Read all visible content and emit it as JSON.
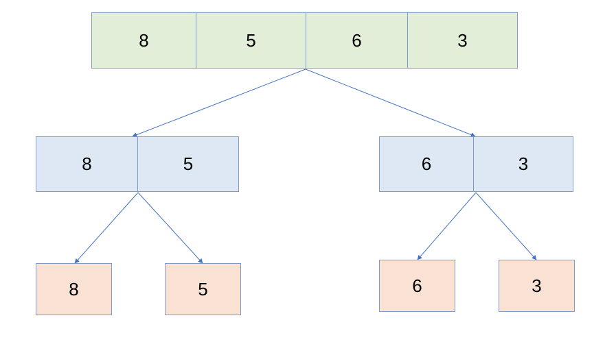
{
  "colors": {
    "level0_fill": "#e3eed9",
    "level1_fill": "#dde8f4",
    "level2_fill": "#f9e2d4",
    "stroke": "#7f9cc8",
    "arrow": "#4472c4"
  },
  "root": {
    "cells": [
      "8",
      "5",
      "6",
      "3"
    ]
  },
  "level1": {
    "left": {
      "cells": [
        "8",
        "5"
      ]
    },
    "right": {
      "cells": [
        "6",
        "3"
      ]
    }
  },
  "level2": {
    "leaves": [
      "8",
      "5",
      "6",
      "3"
    ]
  }
}
